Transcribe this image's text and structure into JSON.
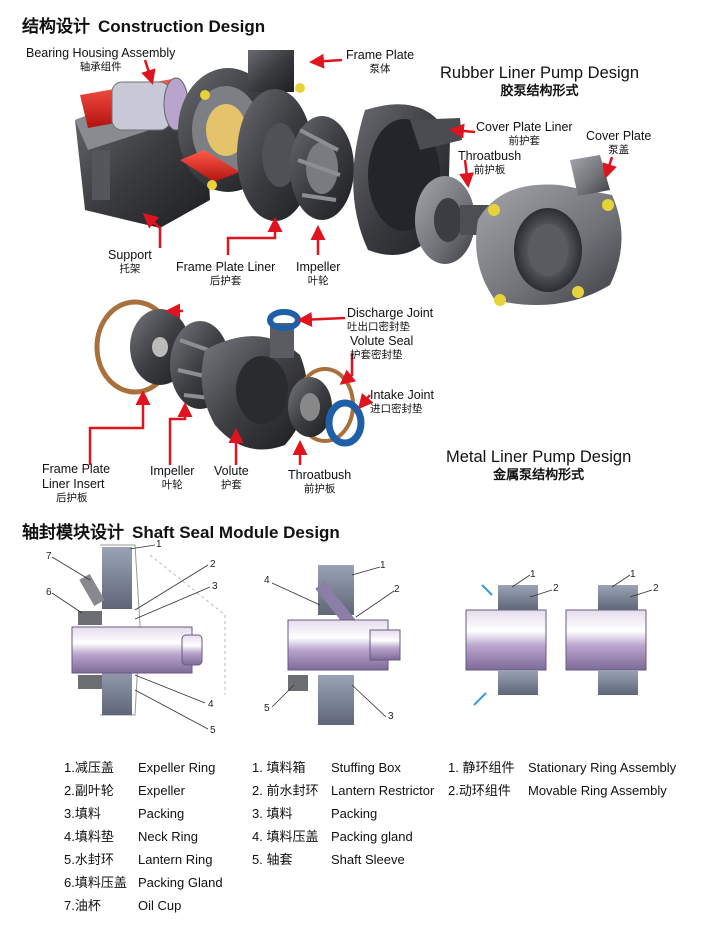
{
  "sections": {
    "construction": {
      "zh": "结构设计",
      "en": "Construction Design"
    },
    "shaft_seal": {
      "zh": "轴封模块设计",
      "en": "Shaft Seal Module Design"
    }
  },
  "rubber_design": {
    "en": "Rubber Liner Pump Design",
    "zh": "胶泵结构形式"
  },
  "metal_design": {
    "en": "Metal Liner Pump Design",
    "zh": "金属泵结构形式"
  },
  "rubber_labels": {
    "bearing_housing": {
      "en": "Bearing Housing Assembly",
      "zh": "轴承组件"
    },
    "frame_plate": {
      "en": "Frame Plate",
      "zh": "泵体"
    },
    "cover_plate_liner": {
      "en": "Cover Plate Liner",
      "zh": "前护套"
    },
    "cover_plate": {
      "en": "Cover Plate",
      "zh": "泵盖"
    },
    "throatbush": {
      "en": "Throatbush",
      "zh": "前护板"
    },
    "support": {
      "en": "Support",
      "zh": "托架"
    },
    "frame_plate_liner": {
      "en": "Frame Plate Liner",
      "zh": "后护套"
    },
    "impeller": {
      "en": "Impeller",
      "zh": "叶轮"
    }
  },
  "metal_labels": {
    "discharge_joint": {
      "en": "Discharge Joint",
      "zh": "吐出口密封垫"
    },
    "volute_seal": {
      "en": "Volute Seal",
      "zh": "护套密封垫"
    },
    "intake_joint": {
      "en": "Intake Joint",
      "zh": "进口密封垫"
    },
    "frame_plate_liner_insert": {
      "en1": "Frame Plate",
      "en2": "Liner Insert",
      "zh": "后护板"
    },
    "impeller": {
      "en": "Impeller",
      "zh": "叶轮"
    },
    "volute": {
      "en": "Volute",
      "zh": "护套"
    },
    "throatbush": {
      "en": "Throatbush",
      "zh": "前护板"
    }
  },
  "diagram_numbers": {
    "d1": [
      "7",
      "6",
      "1",
      "2",
      "3",
      "4",
      "5"
    ],
    "d2": [
      "4",
      "1",
      "2",
      "5",
      "3"
    ],
    "d3": [
      "1",
      "2"
    ],
    "d4": [
      "1",
      "2"
    ]
  },
  "legend1": [
    {
      "zh": "1.减压盖",
      "en": "Expeller Ring"
    },
    {
      "zh": "2.副叶轮",
      "en": "Expeller"
    },
    {
      "zh": "3.填料",
      "en": "Packing"
    },
    {
      "zh": "4.填料垫",
      "en": "Neck Ring"
    },
    {
      "zh": "5.水封环",
      "en": "Lantern Ring"
    },
    {
      "zh": "6.填料压盖",
      "en": "Packing Gland"
    },
    {
      "zh": "7.油杯",
      "en": "Oil Cup"
    }
  ],
  "legend2": [
    {
      "zh": "1. 填料箱",
      "en": "Stuffing Box"
    },
    {
      "zh": "2. 前水封环",
      "en": "Lantern Restrictor"
    },
    {
      "zh": "3. 填料",
      "en": "Packing"
    },
    {
      "zh": "4. 填料压盖",
      "en": "Packing gland"
    },
    {
      "zh": "5. 轴套",
      "en": "Shaft Sleeve"
    }
  ],
  "legend3": [
    {
      "zh": "1. 静环组件",
      "en": "Stationary Ring Assembly"
    },
    {
      "zh": "2.动环组件",
      "en": "Movable Ring Assembly"
    }
  ],
  "colors": {
    "arrow": "#e0141e",
    "pump_dark": "#3a3a3e",
    "pump_mid": "#6d6e72",
    "shaft_purple": "#b8a4cc",
    "blue_seal": "#1f5fa8",
    "bronze_ring": "#a8703a"
  }
}
